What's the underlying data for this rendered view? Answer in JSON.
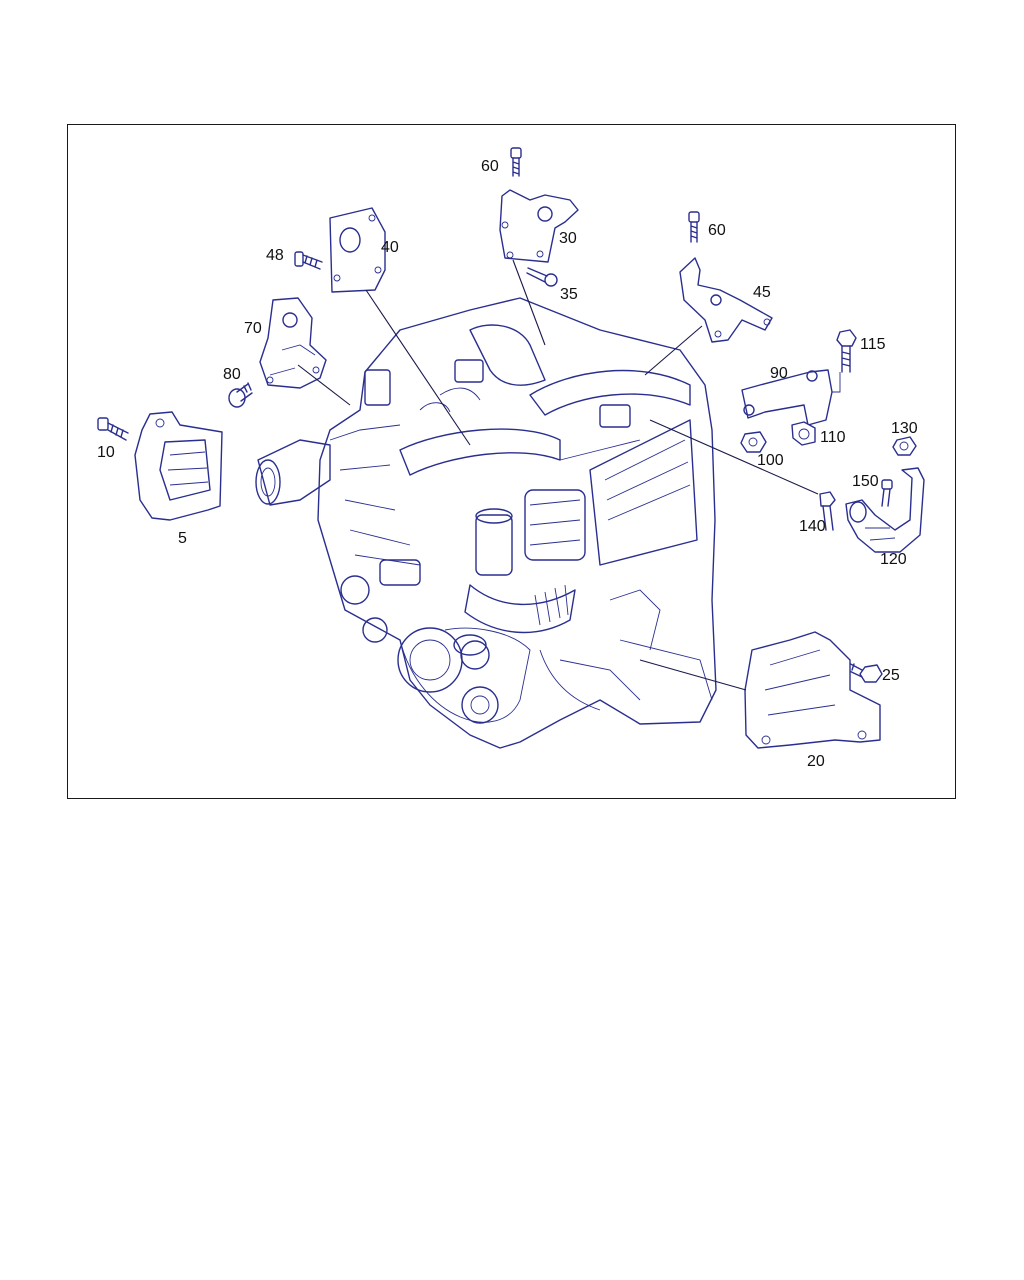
{
  "diagram": {
    "colors": {
      "line_art": "#2a2f8f",
      "text": "#111111",
      "frame": "#1a1a1a"
    },
    "callouts": [
      {
        "id": "c60a",
        "text": "60"
      },
      {
        "id": "c30",
        "text": "30"
      },
      {
        "id": "c60b",
        "text": "60"
      },
      {
        "id": "c48",
        "text": "48"
      },
      {
        "id": "c40",
        "text": "40"
      },
      {
        "id": "c35",
        "text": "35"
      },
      {
        "id": "c45",
        "text": "45"
      },
      {
        "id": "c70",
        "text": "70"
      },
      {
        "id": "c115",
        "text": "115"
      },
      {
        "id": "c80",
        "text": "80"
      },
      {
        "id": "c90",
        "text": "90"
      },
      {
        "id": "c10",
        "text": "10"
      },
      {
        "id": "c130",
        "text": "130"
      },
      {
        "id": "c110",
        "text": "110"
      },
      {
        "id": "c100",
        "text": "100"
      },
      {
        "id": "c150",
        "text": "150"
      },
      {
        "id": "c140",
        "text": "140"
      },
      {
        "id": "c5",
        "text": "5"
      },
      {
        "id": "c120",
        "text": "120"
      },
      {
        "id": "c25",
        "text": "25"
      },
      {
        "id": "c20",
        "text": "20"
      }
    ]
  }
}
